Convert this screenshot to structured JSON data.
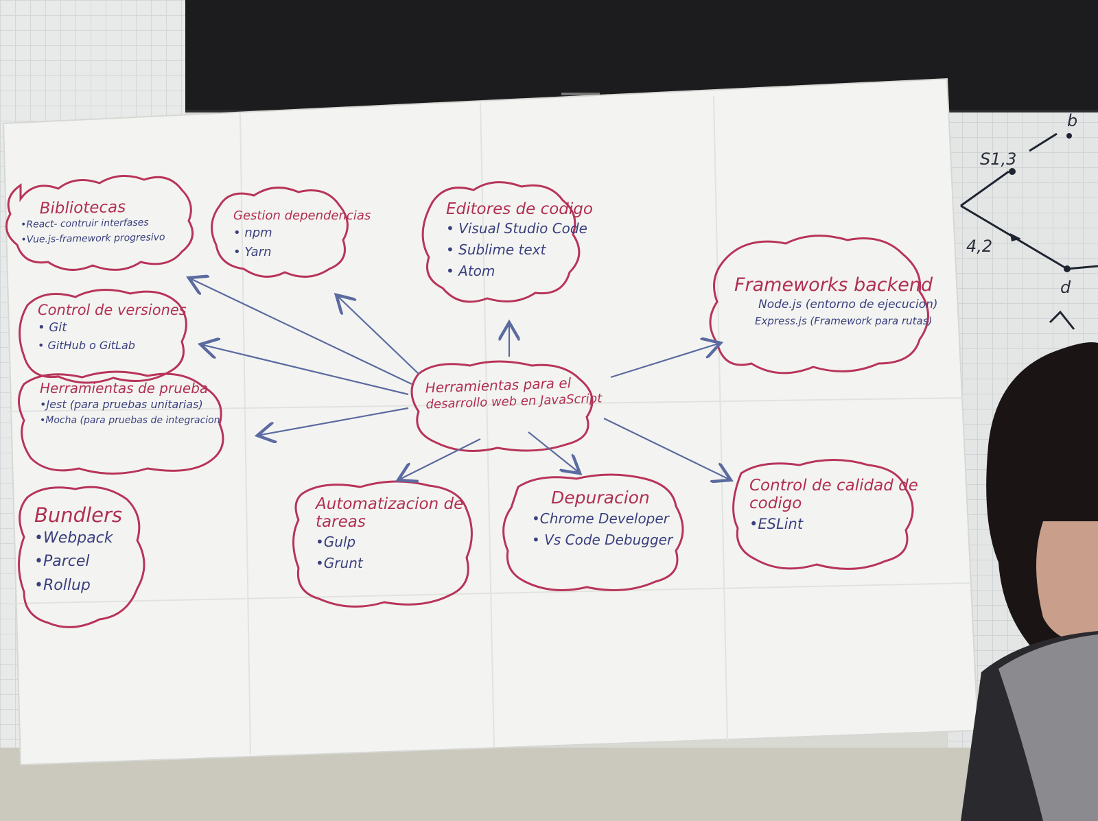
{
  "center": {
    "line1": "Herramientas para el",
    "line2": "desarrollo web en JavaScript"
  },
  "nodes": {
    "bibliotecas": {
      "title": "Bibliotecas",
      "items": [
        "•React- contruir interfases",
        "•Vue.js-framework progresivo"
      ]
    },
    "gestion": {
      "title": "Gestion dependencias",
      "items": [
        "• npm",
        "• Yarn"
      ]
    },
    "editores": {
      "title": "Editores de codigo",
      "items": [
        "• Visual Studio Code",
        "• Sublime text",
        "• Atom"
      ]
    },
    "frameworks": {
      "title": "Frameworks backend",
      "items": [
        "Node.js (entorno de ejecucion)",
        "Express.js (Framework para rutas)"
      ]
    },
    "control_versiones": {
      "title": "Control de versiones",
      "items": [
        "• Git",
        "• GitHub o GitLab"
      ]
    },
    "pruebas": {
      "title": "Herramientas de prueba",
      "items": [
        "•Jest (para pruebas unitarias)",
        "•Mocha (para pruebas de integracion"
      ]
    },
    "bundlers": {
      "title": "Bundlers",
      "items": [
        "•Webpack",
        "•Parcel",
        "•Rollup"
      ]
    },
    "automatizacion": {
      "title": "Automatizacion de tareas",
      "items": [
        "•Gulp",
        "•Grunt"
      ]
    },
    "depuracion": {
      "title": "Depuracion",
      "items": [
        "•Chrome Developer",
        "• Vs Code Debugger"
      ]
    },
    "calidad": {
      "title": "Control de calidad de codigo",
      "items": [
        "•ESLint"
      ]
    }
  },
  "whiteboard": {
    "label_s": "S1,3",
    "label_b": "b",
    "label_42": "4,2",
    "label_d": "d"
  },
  "colors": {
    "cloud_stroke": "#b8345a",
    "arrow": "#5b6aa0",
    "paper": "#f4f5f2"
  }
}
